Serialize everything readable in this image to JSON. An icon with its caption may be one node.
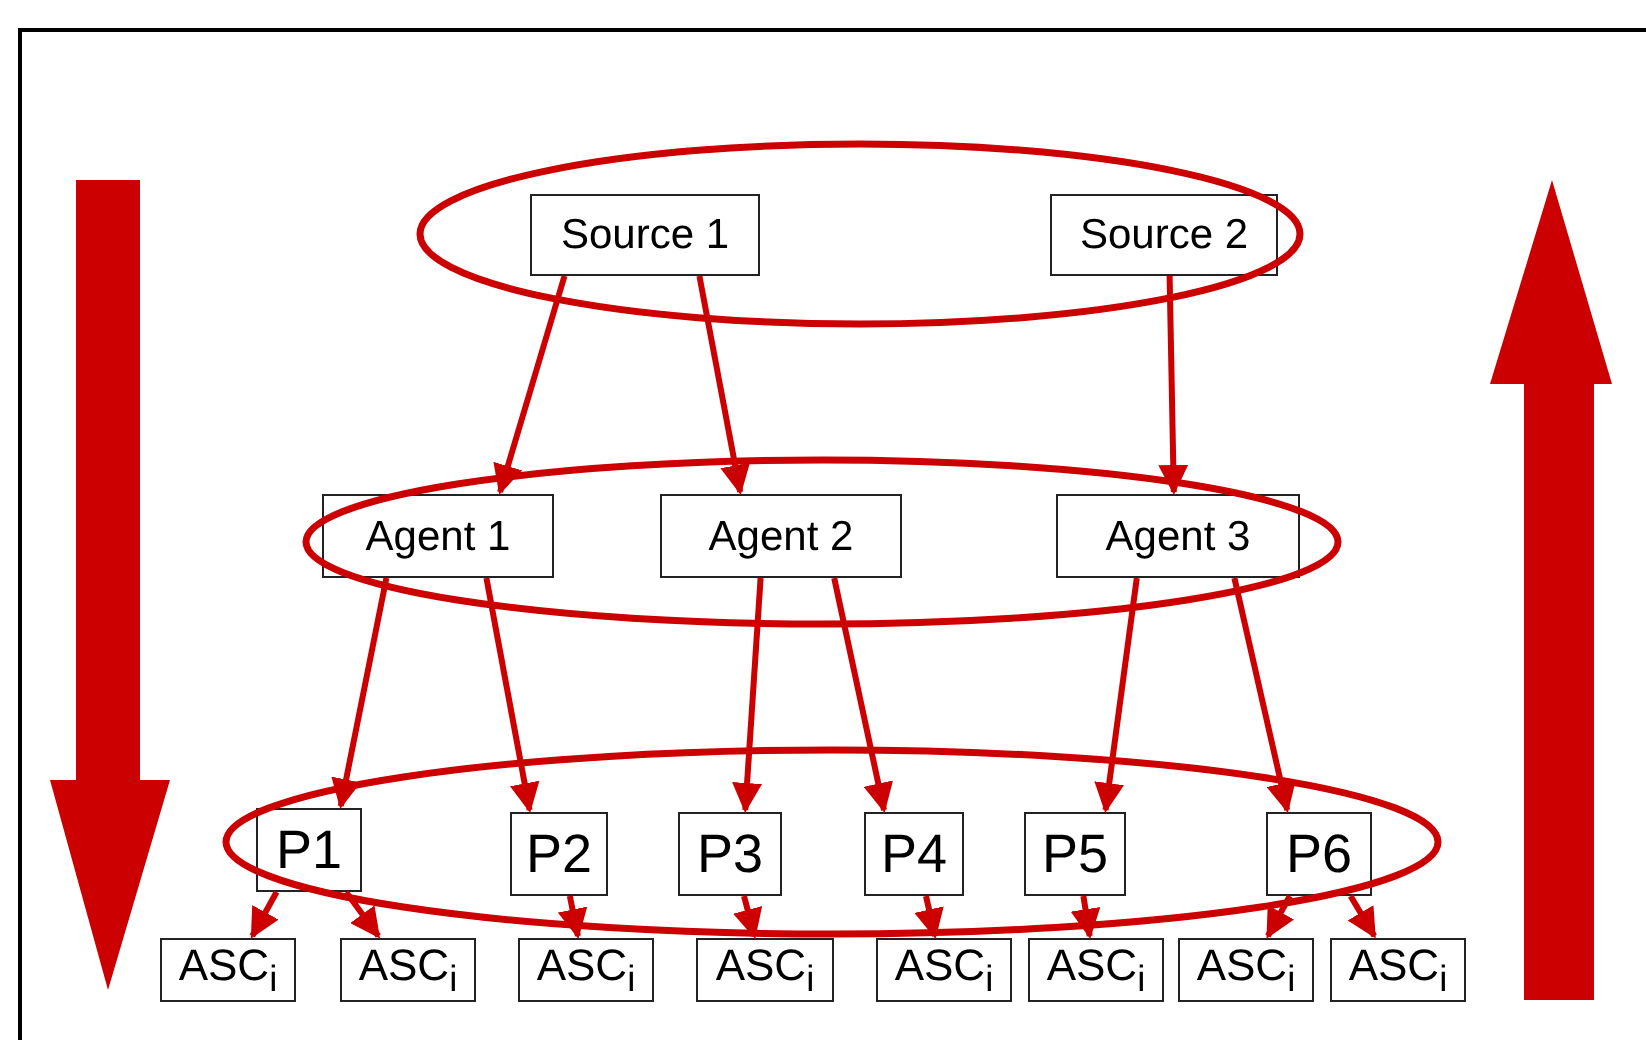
{
  "diagram": {
    "nodes": [
      {
        "text": [
          "Source 1"
        ]
      },
      {
        "text": [
          "Source 2"
        ]
      },
      {
        "text": [
          "Agent 1"
        ]
      },
      {
        "text": [
          "Agent 2"
        ]
      },
      {
        "text": [
          "Agent 3"
        ]
      },
      {
        "text": [
          "P1"
        ]
      },
      {
        "text": [
          "P2"
        ]
      },
      {
        "text": [
          "P3"
        ]
      },
      {
        "text": [
          "P4"
        ]
      },
      {
        "text": [
          "P5"
        ]
      },
      {
        "text": [
          "P6"
        ]
      },
      {
        "text": [
          "ASC$_{i}$"
        ]
      },
      {
        "text": [
          "ASC$_{i}$"
        ]
      },
      {
        "text": [
          "ASC$_{i}$"
        ]
      },
      {
        "text": [
          "ASC$_{i}$"
        ]
      },
      {
        "text": [
          "ASC$_{i}$"
        ]
      },
      {
        "text": [
          "ASC$_{i}$"
        ]
      },
      {
        "text": [
          "ASC$_{i}$"
        ]
      },
      {
        "text": [
          "ASC$_{i}$"
        ]
      }
    ],
    "edges": [
      {
        "from": 0,
        "to": 2,
        "arrow": "to"
      },
      {
        "from": 0,
        "to": 3,
        "arrow": "to"
      },
      {
        "from": 1,
        "to": 4,
        "arrow": "to"
      },
      {
        "from": 2,
        "to": 5,
        "arrow": "to"
      },
      {
        "from": 2,
        "to": 6,
        "arrow": "to"
      },
      {
        "from": 3,
        "to": 7,
        "arrow": "to"
      },
      {
        "from": 3,
        "to": 8,
        "arrow": "to"
      },
      {
        "from": 4,
        "to": 9,
        "arrow": "to"
      },
      {
        "from": 4,
        "to": 10,
        "arrow": "to"
      },
      {
        "from": 5,
        "to": 11,
        "arrow": "to"
      },
      {
        "from": 5,
        "to": 12,
        "arrow": "to"
      },
      {
        "from": 6,
        "to": 13,
        "arrow": "to"
      },
      {
        "from": 7,
        "to": 14,
        "arrow": "to"
      },
      {
        "from": 8,
        "to": 15,
        "arrow": "to"
      },
      {
        "from": 9,
        "to": 16,
        "arrow": "to"
      },
      {
        "from": 10,
        "to": 17,
        "arrow": "to"
      },
      {
        "from": 10,
        "to": 18,
        "arrow": "to"
      }
    ]
  }
}
